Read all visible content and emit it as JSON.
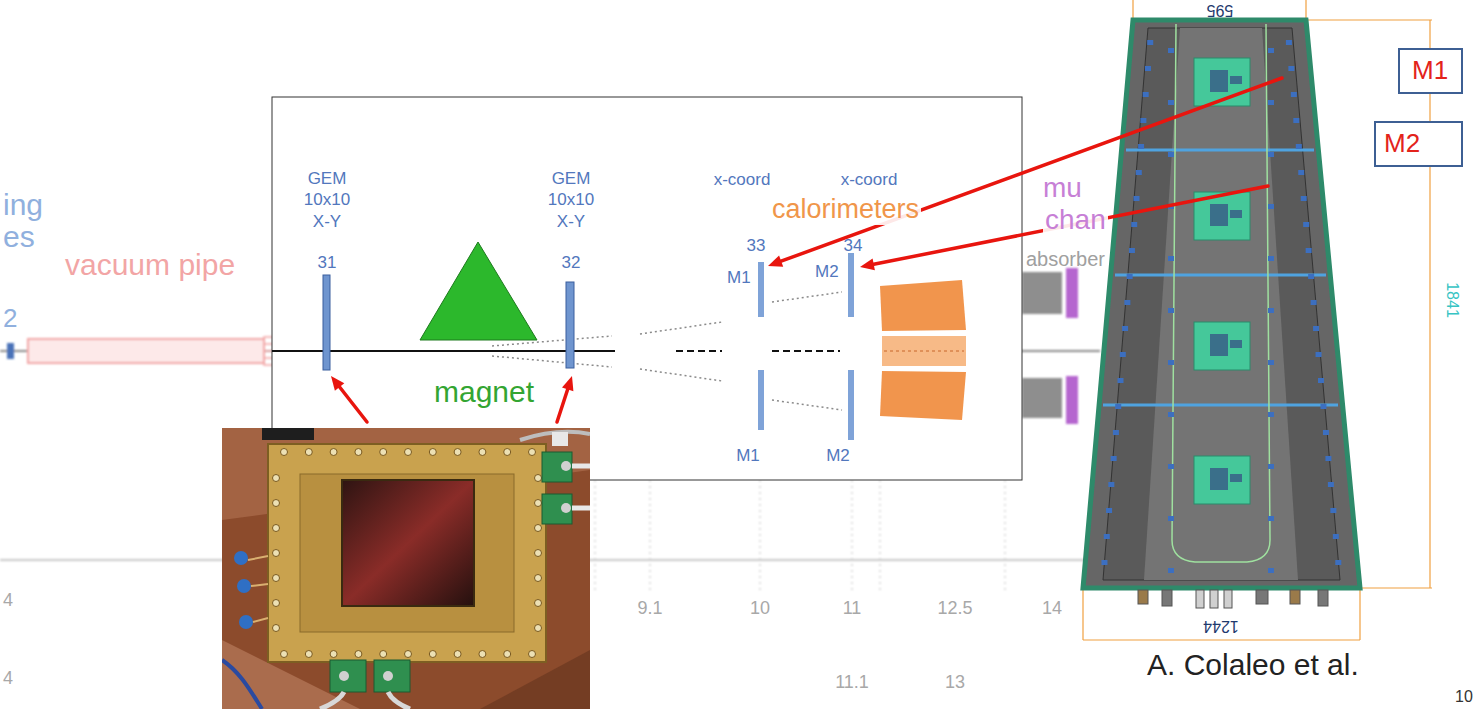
{
  "diagram": {
    "nodes": [
      {
        "text": [
          "M1"
        ]
      },
      {
        "text": [
          "M2"
        ]
      }
    ],
    "labels": [
      "595",
      "ing",
      "es",
      "GEM 10x10 X-Y",
      "GEM 10x10 X-Y",
      "x-coord",
      "x-coord",
      "calorimeters",
      "mu",
      "chan",
      "vacuum pipe",
      "31",
      "32",
      "33",
      "34",
      "2",
      "M1",
      "M2",
      "absorber",
      "1841",
      "magnet",
      "M1",
      "M2",
      "1244",
      "4",
      "9.1",
      "10",
      "11",
      "12.5",
      "14",
      "A. Colaleo et al.",
      "11.1",
      "13",
      "4",
      "10"
    ]
  }
}
